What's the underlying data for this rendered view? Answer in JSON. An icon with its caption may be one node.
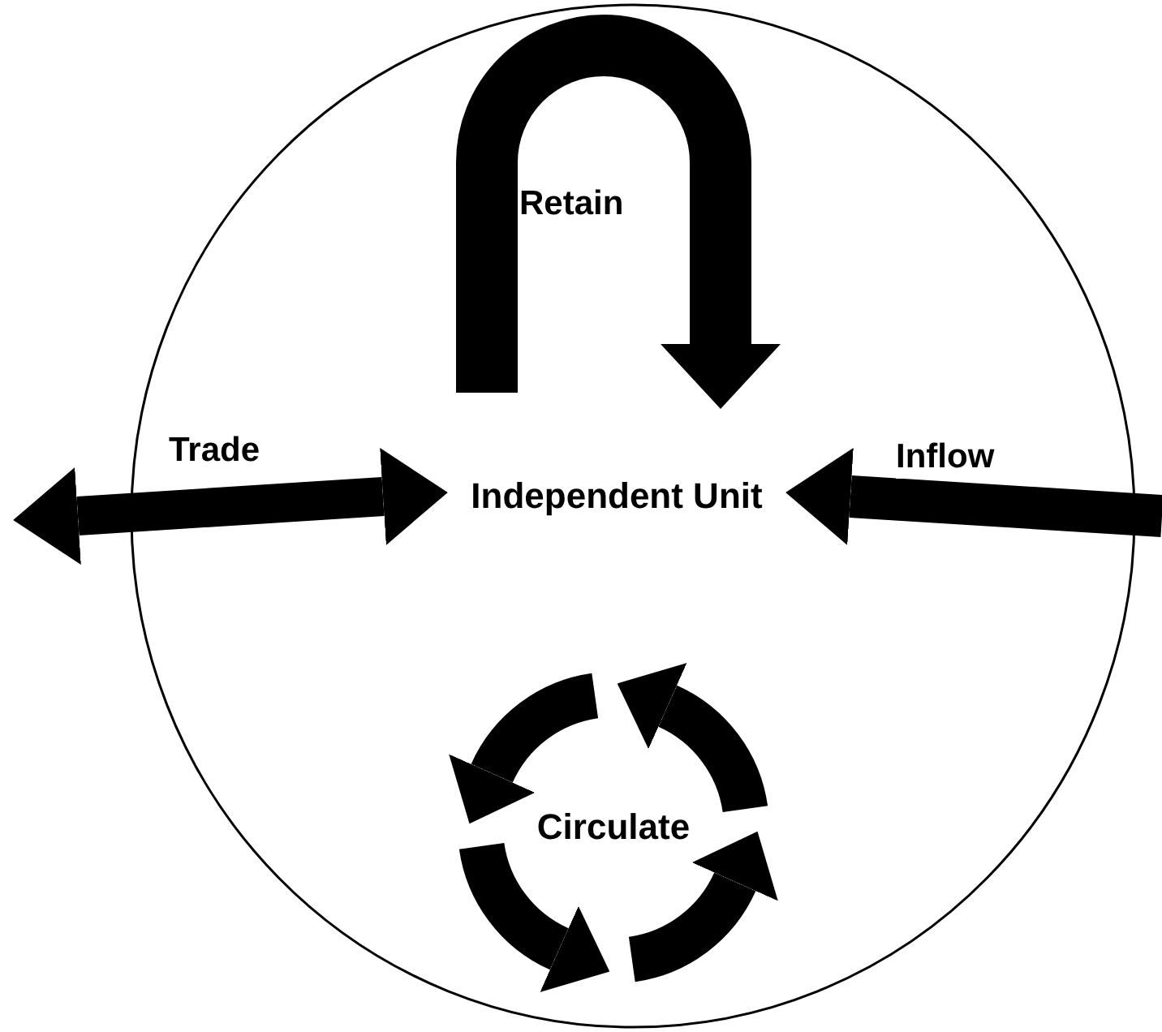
{
  "diagram": {
    "nodes": [
      {
        "text": [],
        "shape": "circle"
      },
      {
        "text": [
          "Independent Unit"
        ],
        "in": 0
      },
      {
        "text": [
          "Circulate"
        ],
        "in": 0
      }
    ],
    "edges": [
      {
        "from": null,
        "to": 1,
        "arrow": "to",
        "label": "Retain"
      },
      {
        "from": null,
        "to": 1,
        "arrow": "both",
        "label": "Trade"
      },
      {
        "from": null,
        "to": 1,
        "arrow": "to",
        "label": "Inflow"
      }
    ]
  }
}
